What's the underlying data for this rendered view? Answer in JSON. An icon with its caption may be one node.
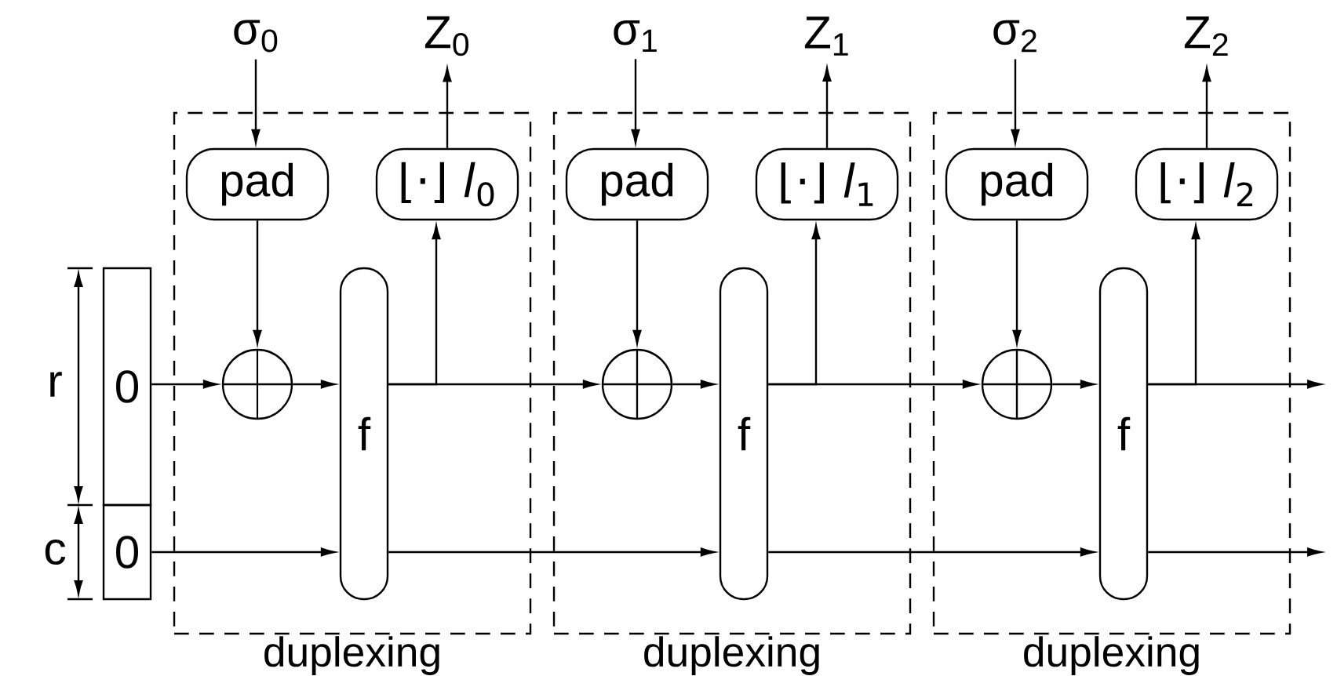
{
  "diagram": {
    "nodes": [
      {
        "text": [
          "0"
        ]
      },
      {
        "text": [
          "0"
        ]
      },
      {
        "text": [
          "σ$_{0}$"
        ]
      },
      {
        "text": [
          "Z$_{0}$"
        ]
      },
      {
        "text": [
          "duplexing"
        ]
      },
      {
        "text": [
          "pad"
        ],
        "in": 4
      },
      {
        "text": [
          "⌊·⌋ *l*$_{0}$"
        ],
        "in": 4
      },
      {
        "text": [],
        "shape": "circle",
        "in": 4
      },
      {
        "text": [
          "f"
        ],
        "in": 4
      },
      {
        "text": [
          "σ$_{1}$"
        ]
      },
      {
        "text": [
          "Z$_{1}$"
        ]
      },
      {
        "text": [
          "duplexing"
        ]
      },
      {
        "text": [
          "pad"
        ],
        "in": 11
      },
      {
        "text": [
          "⌊·⌋ *l*$_{1}$"
        ],
        "in": 11
      },
      {
        "text": [],
        "shape": "circle",
        "in": 11
      },
      {
        "text": [
          "f"
        ],
        "in": 11
      },
      {
        "text": [
          "σ$_{2}$"
        ]
      },
      {
        "text": [
          "Z$_{2}$"
        ]
      },
      {
        "text": [
          "duplexing"
        ]
      },
      {
        "text": [
          "pad"
        ],
        "in": 18
      },
      {
        "text": [
          "⌊·⌋ *l*$_{2}$"
        ],
        "in": 18
      },
      {
        "text": [],
        "shape": "circle",
        "in": 18
      },
      {
        "text": [
          "f"
        ],
        "in": 18
      }
    ],
    "edges": [
      {
        "from": 2,
        "to": 5,
        "arrow": "to"
      },
      {
        "from": 5,
        "to": 7,
        "arrow": "to"
      },
      {
        "from": 6,
        "to": 3,
        "arrow": "to"
      },
      {
        "from": 0,
        "to": 7,
        "arrow": "to"
      },
      {
        "from": 7,
        "to": 8,
        "arrow": "to"
      },
      {
        "from": 1,
        "to": 8,
        "arrow": "to"
      },
      {
        "from": 8,
        "to": 6,
        "arrow": "to"
      },
      {
        "from": 9,
        "to": 12,
        "arrow": "to"
      },
      {
        "from": 12,
        "to": 14,
        "arrow": "to"
      },
      {
        "from": 13,
        "to": 10,
        "arrow": "to"
      },
      {
        "from": 8,
        "to": 14,
        "arrow": "to"
      },
      {
        "from": 14,
        "to": 15,
        "arrow": "to"
      },
      {
        "from": 8,
        "to": 15,
        "arrow": "to"
      },
      {
        "from": 15,
        "to": 13,
        "arrow": "to"
      },
      {
        "from": 16,
        "to": 19,
        "arrow": "to"
      },
      {
        "from": 19,
        "to": 21,
        "arrow": "to"
      },
      {
        "from": 20,
        "to": 17,
        "arrow": "to"
      },
      {
        "from": 15,
        "to": 21,
        "arrow": "to"
      },
      {
        "from": 21,
        "to": 22,
        "arrow": "to"
      },
      {
        "from": 15,
        "to": 22,
        "arrow": "to"
      },
      {
        "from": 22,
        "to": 20,
        "arrow": "to"
      },
      {
        "from": 22,
        "to": null,
        "arrow": "to"
      },
      {
        "from": 22,
        "to": null,
        "arrow": "to"
      }
    ],
    "labels": [
      "r",
      "c"
    ]
  }
}
